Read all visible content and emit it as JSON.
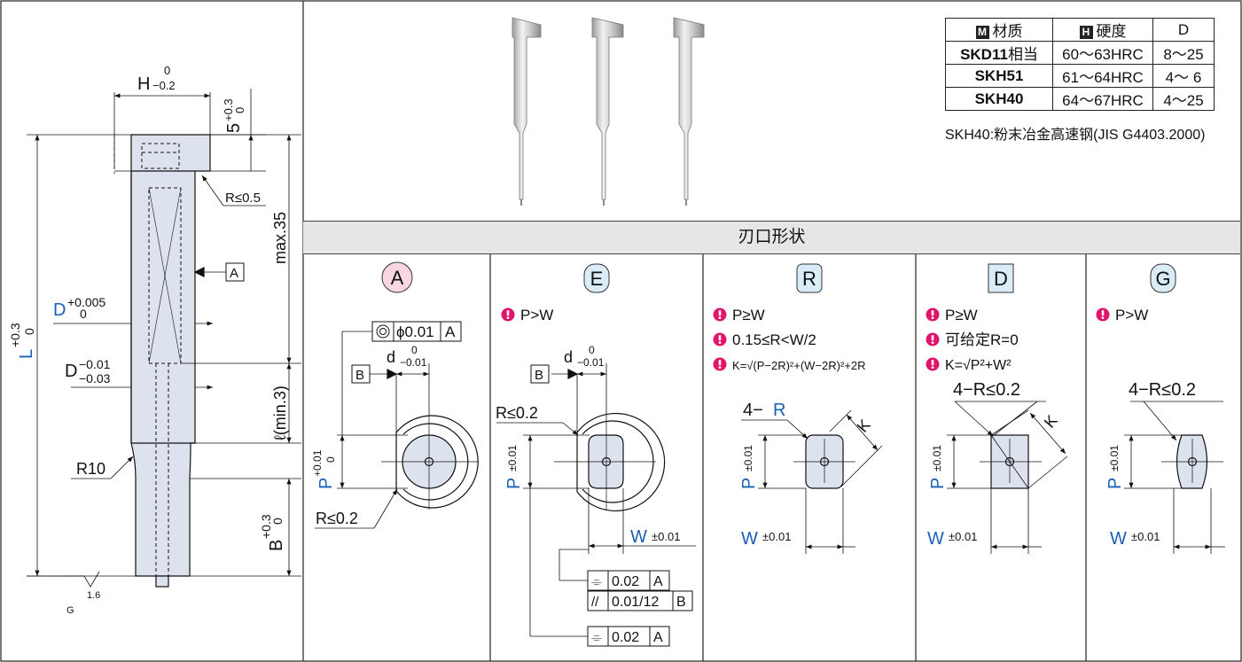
{
  "materials_table": {
    "headers": {
      "material_tag": "M",
      "material": "材质",
      "hardness_tag": "H",
      "hardness": "硬度",
      "d": "D"
    },
    "rows": [
      {
        "material": "SKD11",
        "material_suffix": "相当",
        "hardness": "60～63HRC",
        "d": "8～25"
      },
      {
        "material": "SKH51",
        "material_suffix": "",
        "hardness": "61～64HRC",
        "d": "4～ 6"
      },
      {
        "material": "SKH40",
        "material_suffix": "",
        "hardness": "64～67HRC",
        "d": "4～25"
      }
    ],
    "note": "SKH40:粉末冶金高速钢(JIS G4403.2000)"
  },
  "section_title": "刃口形状",
  "main_drawing": {
    "h_dim": "H",
    "h_tol_upper": "0",
    "h_tol_lower": "−0.2",
    "five_dim": "5",
    "five_tol_upper": "+0.3",
    "five_tol_lower": "0",
    "head_radius": "R≤0.5",
    "max_label": "max.35",
    "datum_a": "A",
    "d_label": "D",
    "d_tol_upper": "+0.005",
    "d_tol_lower": "0",
    "l_label": "L",
    "l_tol_upper": "+0.3",
    "l_tol_lower": "0",
    "d2_label": "D",
    "d2_tol_upper": "−0.01",
    "d2_tol_lower": "−0.03",
    "ell_label": "ℓ(min.3)",
    "r10_label": "R10",
    "b_label": "B",
    "b_tol_upper": "+0.3",
    "b_tol_lower": "0",
    "roughness": "1.6",
    "roughness_g": "G"
  },
  "shapes": [
    {
      "code": "A",
      "conditions": [],
      "datum_b": "B",
      "coax_value": "ϕ0.01",
      "coax_datum": "A",
      "d_label": "d",
      "d_tol_upper": "0",
      "d_tol_lower": "−0.01",
      "p_label": "P",
      "p_tol_upper": "+0.01",
      "p_tol_lower": "0",
      "corner": "R≤0.2"
    },
    {
      "code": "E",
      "conditions": [
        "P>W"
      ],
      "datum_b": "B",
      "d_label": "d",
      "d_tol_upper": "0",
      "d_tol_lower": "−0.01",
      "corner": "R≤0.2",
      "p_label": "P",
      "p_tol": "±0.01",
      "w_label": "W",
      "w_tol": "±0.01",
      "tolerances": [
        {
          "symbol": "⌯",
          "value": "0.02",
          "datum": "A"
        },
        {
          "symbol": "//",
          "value": "0.01/12",
          "datum": "B"
        },
        {
          "symbol": "⌯",
          "value": "0.02",
          "datum": "A"
        }
      ]
    },
    {
      "code": "R",
      "conditions": [
        "P≥W",
        "0.15≤R<W/2",
        "K=√(P−2R)²+(W−2R)²+2R"
      ],
      "corner_prefix": "4−",
      "corner_r": "R",
      "k_label": "K",
      "p_label": "P",
      "p_tol": "±0.01",
      "w_label": "W",
      "w_tol": "±0.01"
    },
    {
      "code": "D",
      "conditions": [
        "P≥W",
        "可给定R=0",
        "K=√P²+W²"
      ],
      "corner": "4−R≤0.2",
      "k_label": "K",
      "p_label": "P",
      "p_tol": "±0.01",
      "w_label": "W",
      "w_tol": "±0.01"
    },
    {
      "code": "G",
      "conditions": [
        "P>W"
      ],
      "corner": "4−R≤0.2",
      "p_label": "P",
      "p_tol": "±0.01",
      "w_label": "W",
      "w_tol": "±0.01"
    }
  ],
  "colors": {
    "blue_label": "#1a5fb4",
    "badge_a": "#f8d7e2",
    "badge_other": "#d9ecf8",
    "warning": "#e0146c",
    "part_fill": "#dde3ee",
    "band": "#e6e6e6"
  }
}
